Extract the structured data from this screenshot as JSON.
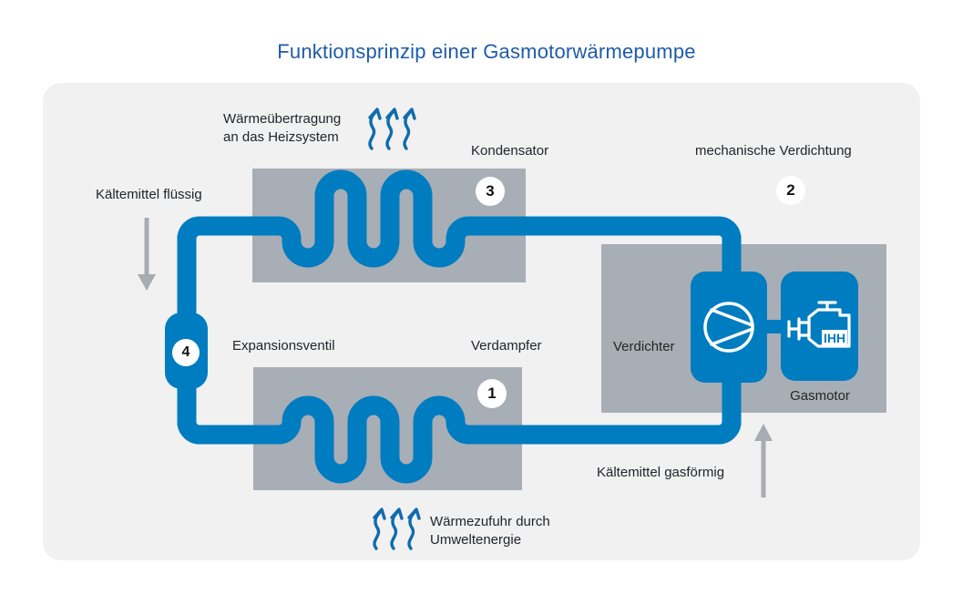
{
  "title": "Funktionsprinzip einer Gasmotorwärmepumpe",
  "annotations": {
    "heat_output": "Wärmeübertragung\nan das Heizsystem",
    "refrigerant_liquid": "Kältemittel flüssig",
    "refrigerant_gas": "Kältemittel gasförmig",
    "heat_input": "Wärmezufuhr durch\nUmweltenergie"
  },
  "components": {
    "verdampfer": {
      "label": "Verdampfer",
      "step": "1"
    },
    "verdichtung": {
      "label": "mechanische Verdichtung",
      "step": "2"
    },
    "kondensator": {
      "label": "Kondensator",
      "step": "3"
    },
    "expansionsventil": {
      "label": "Expansionsventil",
      "step": "4"
    },
    "verdichter": {
      "label": "Verdichter"
    },
    "gasmotor": {
      "label": "Gasmotor",
      "glyph_text": "IHH"
    }
  },
  "colors": {
    "pipe_blue": "#007cc0",
    "title_blue": "#1e5ca6",
    "box_gray": "#a8aeb5",
    "panel_gray": "#f1f1f2",
    "arrow_gray": "#a7acb1",
    "squiggle_blue": "#0f6cae",
    "text_dark": "#212529"
  }
}
